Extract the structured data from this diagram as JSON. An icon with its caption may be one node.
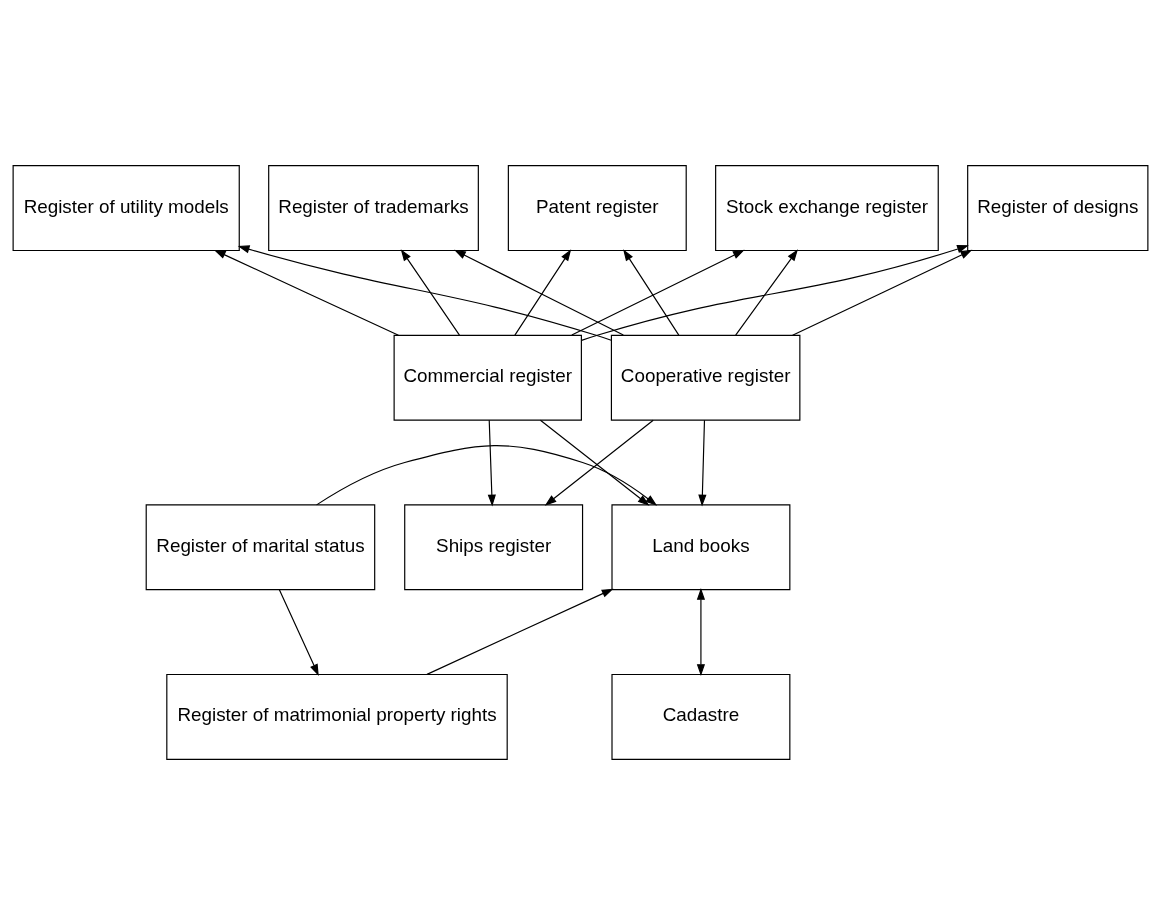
{
  "diagram": {
    "nodes": [
      {
        "text": [
          "Register of designs"
        ]
      },
      {
        "text": [
          "Register of utility models"
        ]
      },
      {
        "text": [
          "Register of trademarks"
        ]
      },
      {
        "text": [
          "Patent register"
        ]
      },
      {
        "text": [
          "Stock exchange register"
        ]
      },
      {
        "text": [
          "Commercial register"
        ]
      },
      {
        "text": [
          "Cooperative register"
        ]
      },
      {
        "text": [
          "Register of marital status"
        ]
      },
      {
        "text": [
          "Land books"
        ]
      },
      {
        "text": [
          "Ships register"
        ]
      },
      {
        "text": [
          "Register of matrimonial property rights"
        ]
      },
      {
        "text": [
          "Cadastre"
        ]
      }
    ],
    "edges": [
      {
        "from": 5,
        "to": 0,
        "arrow": "to"
      },
      {
        "from": 5,
        "to": 1,
        "arrow": "to"
      },
      {
        "from": 5,
        "to": 2,
        "arrow": "to"
      },
      {
        "from": 5,
        "to": 3,
        "arrow": "to"
      },
      {
        "from": 5,
        "to": 4,
        "arrow": "to"
      },
      {
        "from": 6,
        "to": 0,
        "arrow": "to"
      },
      {
        "from": 6,
        "to": 1,
        "arrow": "to"
      },
      {
        "from": 6,
        "to": 2,
        "arrow": "to"
      },
      {
        "from": 6,
        "to": 3,
        "arrow": "to"
      },
      {
        "from": 6,
        "to": 4,
        "arrow": "to"
      },
      {
        "from": 5,
        "to": 8,
        "arrow": "to"
      },
      {
        "from": 5,
        "to": 9,
        "arrow": "to"
      },
      {
        "from": 6,
        "to": 8,
        "arrow": "to"
      },
      {
        "from": 6,
        "to": 9,
        "arrow": "to"
      },
      {
        "from": 7,
        "to": 8,
        "arrow": "to"
      },
      {
        "from": 7,
        "to": 10,
        "arrow": "to"
      },
      {
        "from": 10,
        "to": 8,
        "arrow": "to"
      },
      {
        "from": 8,
        "to": 11,
        "arrow": "both"
      }
    ]
  }
}
